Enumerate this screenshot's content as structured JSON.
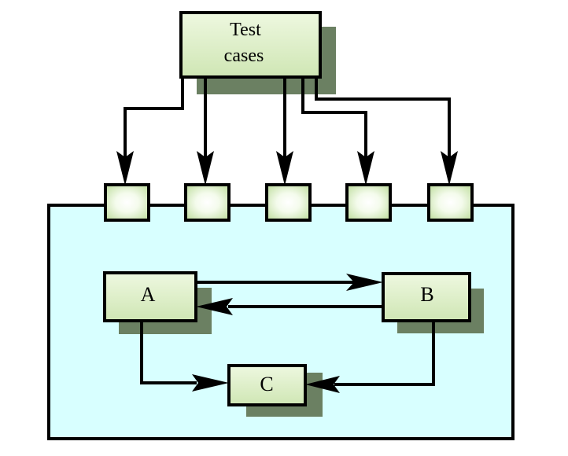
{
  "diagram": {
    "source_box": {
      "line1": "Test",
      "line2": "cases"
    },
    "components": {
      "a": "A",
      "b": "B",
      "c": "C"
    },
    "ports": 5
  },
  "colors": {
    "box_fill": "#def0c8",
    "box_shadow": "#6b8062",
    "system_fill": "#d8ffff",
    "port_glow": "#ffffff",
    "line": "#000000"
  }
}
